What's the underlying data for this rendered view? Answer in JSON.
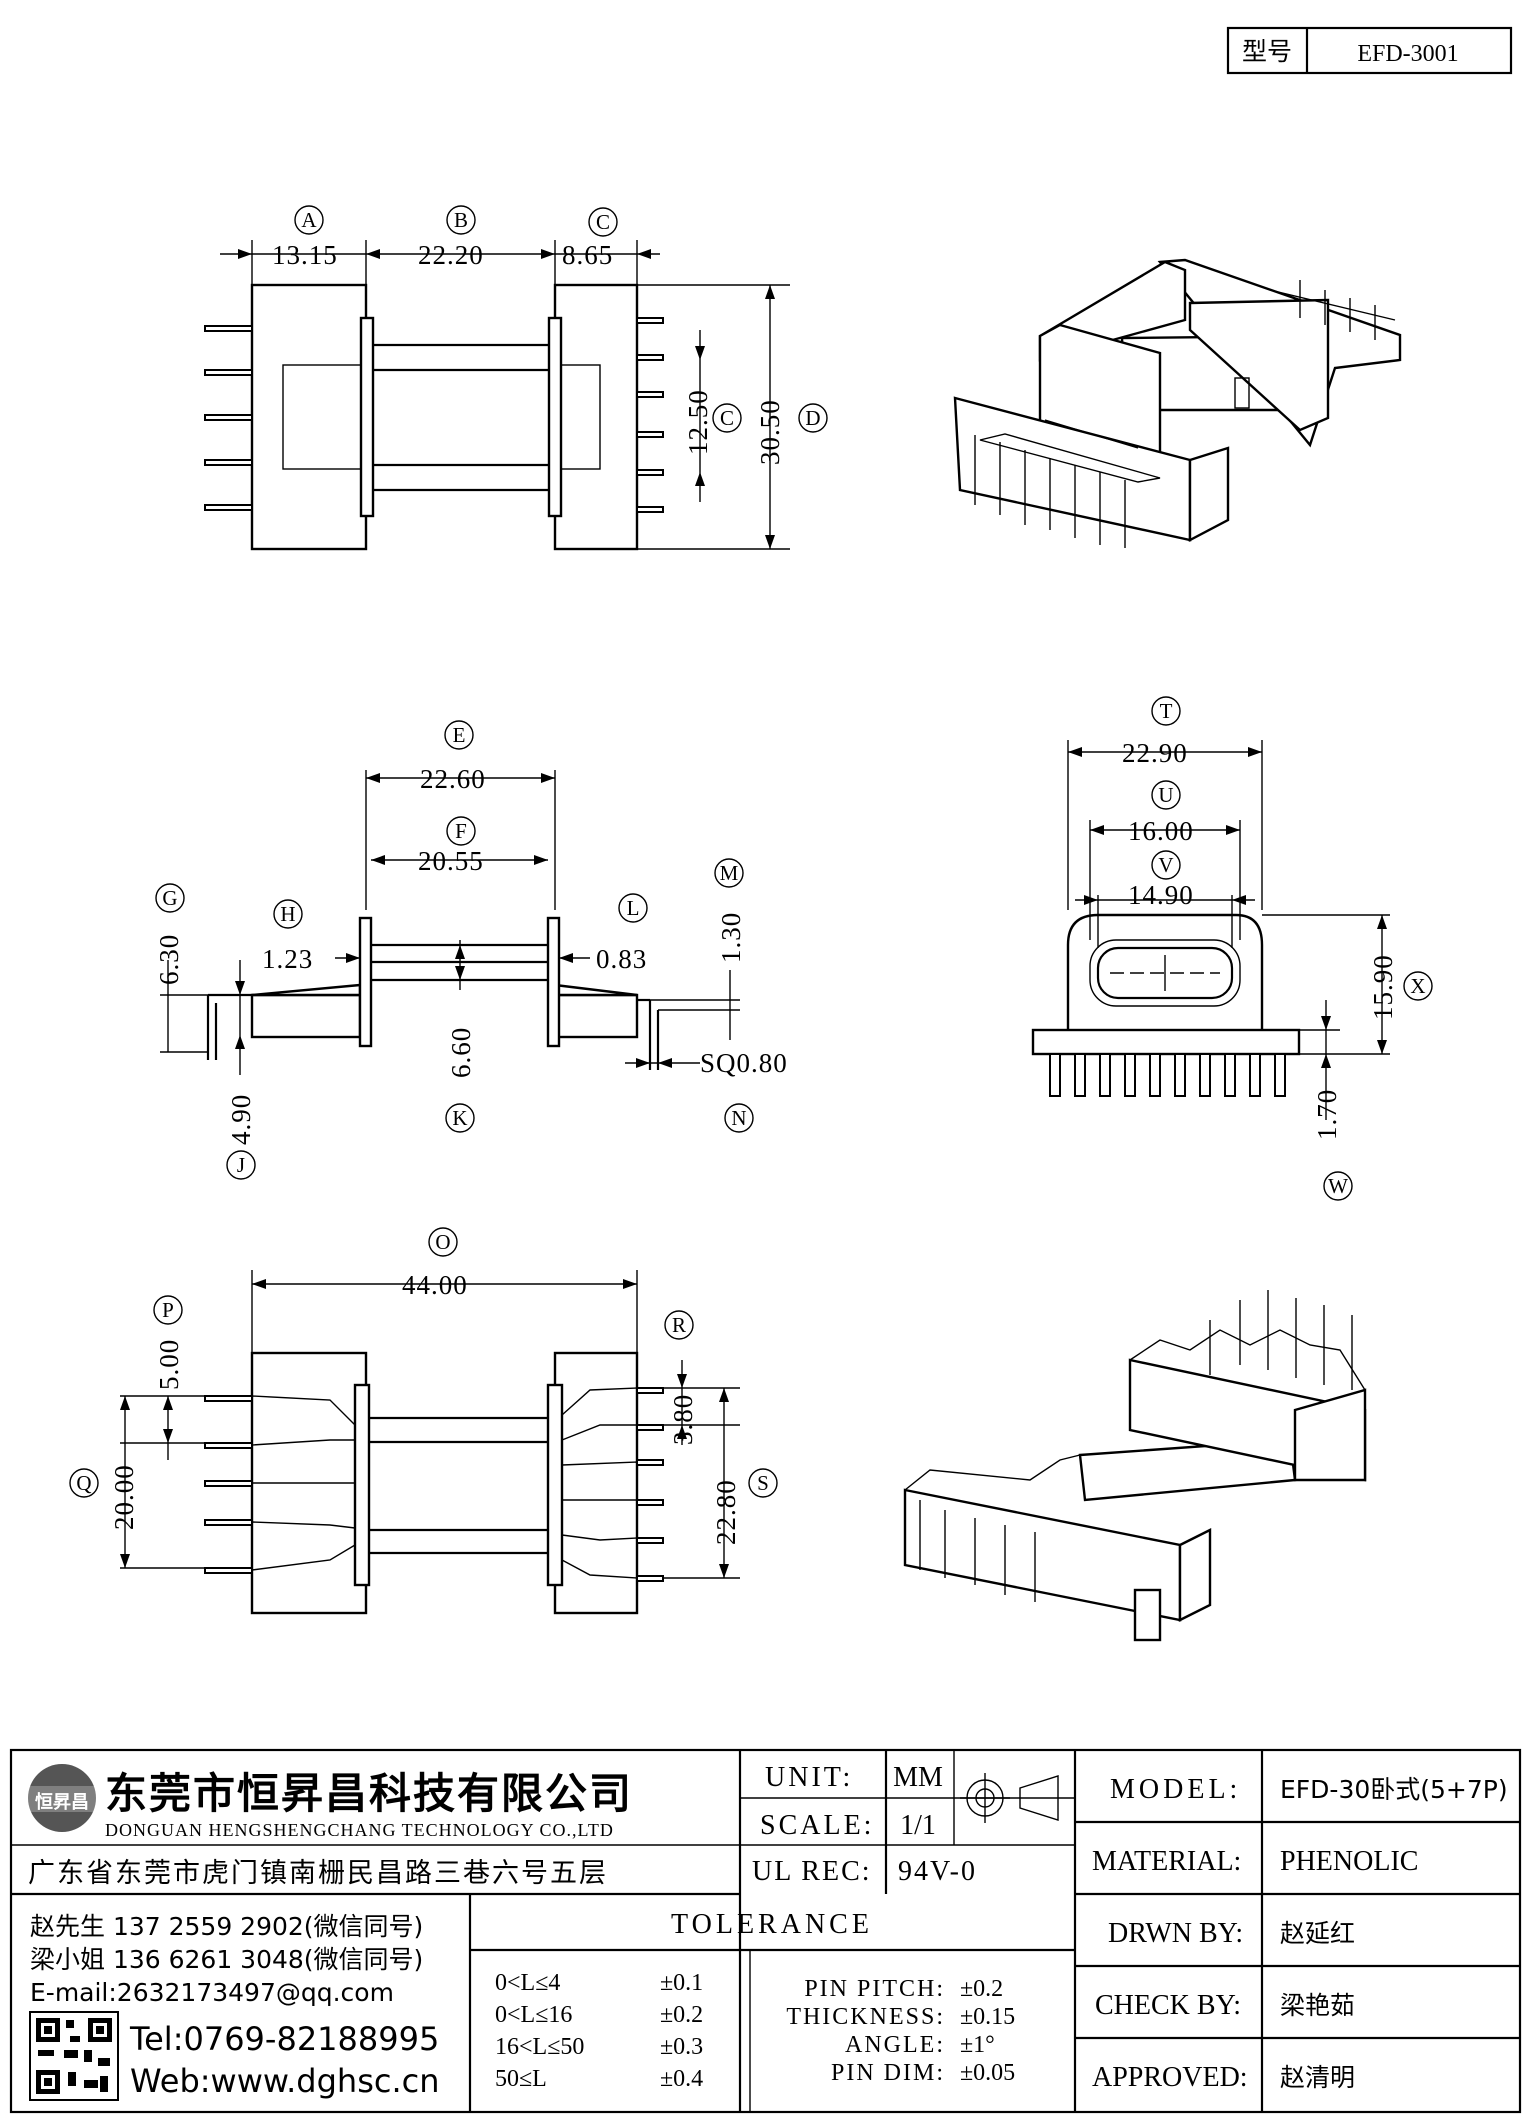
{
  "header": {
    "model_label": "型号",
    "model_code": "EFD-3001"
  },
  "views": {
    "top": {
      "dims": [
        {
          "tag": "A",
          "value": "13.15"
        },
        {
          "tag": "B",
          "value": "22.20"
        },
        {
          "tag": "C",
          "value": "8.65"
        },
        {
          "tag": "C",
          "value": "12.50"
        },
        {
          "tag": "D",
          "value": "30.50"
        }
      ]
    },
    "side": {
      "dims": [
        {
          "tag": "E",
          "value": "22.60"
        },
        {
          "tag": "F",
          "value": "20.55"
        },
        {
          "tag": "G",
          "value": "6.30"
        },
        {
          "tag": "H",
          "value": "1.23"
        },
        {
          "tag": "L",
          "value": "0.83"
        },
        {
          "tag": "M",
          "value": "1.30"
        },
        {
          "tag": "K",
          "value": "6.60"
        },
        {
          "tag": "N",
          "value": "SQ0.80"
        },
        {
          "tag": "J",
          "value": "4.90"
        }
      ]
    },
    "end": {
      "dims": [
        {
          "tag": "T",
          "value": "22.90"
        },
        {
          "tag": "U",
          "value": "16.00"
        },
        {
          "tag": "V",
          "value": "14.90"
        },
        {
          "tag": "X",
          "value": "15.90"
        },
        {
          "tag": "W",
          "value": "1.70"
        }
      ]
    },
    "bottom": {
      "dims": [
        {
          "tag": "O",
          "value": "44.00"
        },
        {
          "tag": "P",
          "value": "5.00"
        },
        {
          "tag": "Q",
          "value": "20.00"
        },
        {
          "tag": "R",
          "value": "3.80"
        },
        {
          "tag": "S",
          "value": "22.80"
        }
      ]
    }
  },
  "title_block": {
    "company_cn": "东莞市恒昇昌科技有限公司",
    "company_en": "DONGUAN HENGSHENGCHANG TECHNOLOGY CO.,LTD",
    "logo_text": "恒昇昌",
    "address": "广东省东莞市虎门镇南栅民昌路三巷六号五层",
    "unit_label": "UNIT:",
    "unit_value": "MM",
    "scale_label": "SCALE:",
    "scale_value": "1/1",
    "ul_label": "UL REC:",
    "ul_value": "94V-0",
    "model_label": "MODEL:",
    "model_value": "EFD-30卧式(5+7P)",
    "material_label": "MATERIAL:",
    "material_value": "PHENOLIC",
    "drawn_label": "DRWN BY:",
    "drawn_value": "赵延红",
    "check_label": "CHECK BY:",
    "check_value": "梁艳茹",
    "approved_label": "APPROVED:",
    "approved_value": "赵清明",
    "contacts": [
      "赵先生 137 2559 2902(微信同号)",
      "梁小姐 136 6261 3048(微信同号)",
      "E-mail:2632173497@qq.com"
    ],
    "tel": "Tel:0769-82188995",
    "web": "Web:www.dghsc.cn",
    "tolerance_title": "TOLERANCE",
    "tolerances": [
      {
        "range": "0<L≤4",
        "value": "±0.1"
      },
      {
        "range": "0<L≤16",
        "value": "±0.2"
      },
      {
        "range": "16<L≤50",
        "value": "±0.3"
      },
      {
        "range": "50≤L",
        "value": "±0.4"
      }
    ],
    "specs": [
      {
        "label": "PIN PITCH:",
        "value": "±0.2"
      },
      {
        "label": "THICKNESS:",
        "value": "±0.15"
      },
      {
        "label": "ANGLE:",
        "value": "±1°"
      },
      {
        "label": "PIN DIM:",
        "value": "±0.05"
      }
    ]
  }
}
